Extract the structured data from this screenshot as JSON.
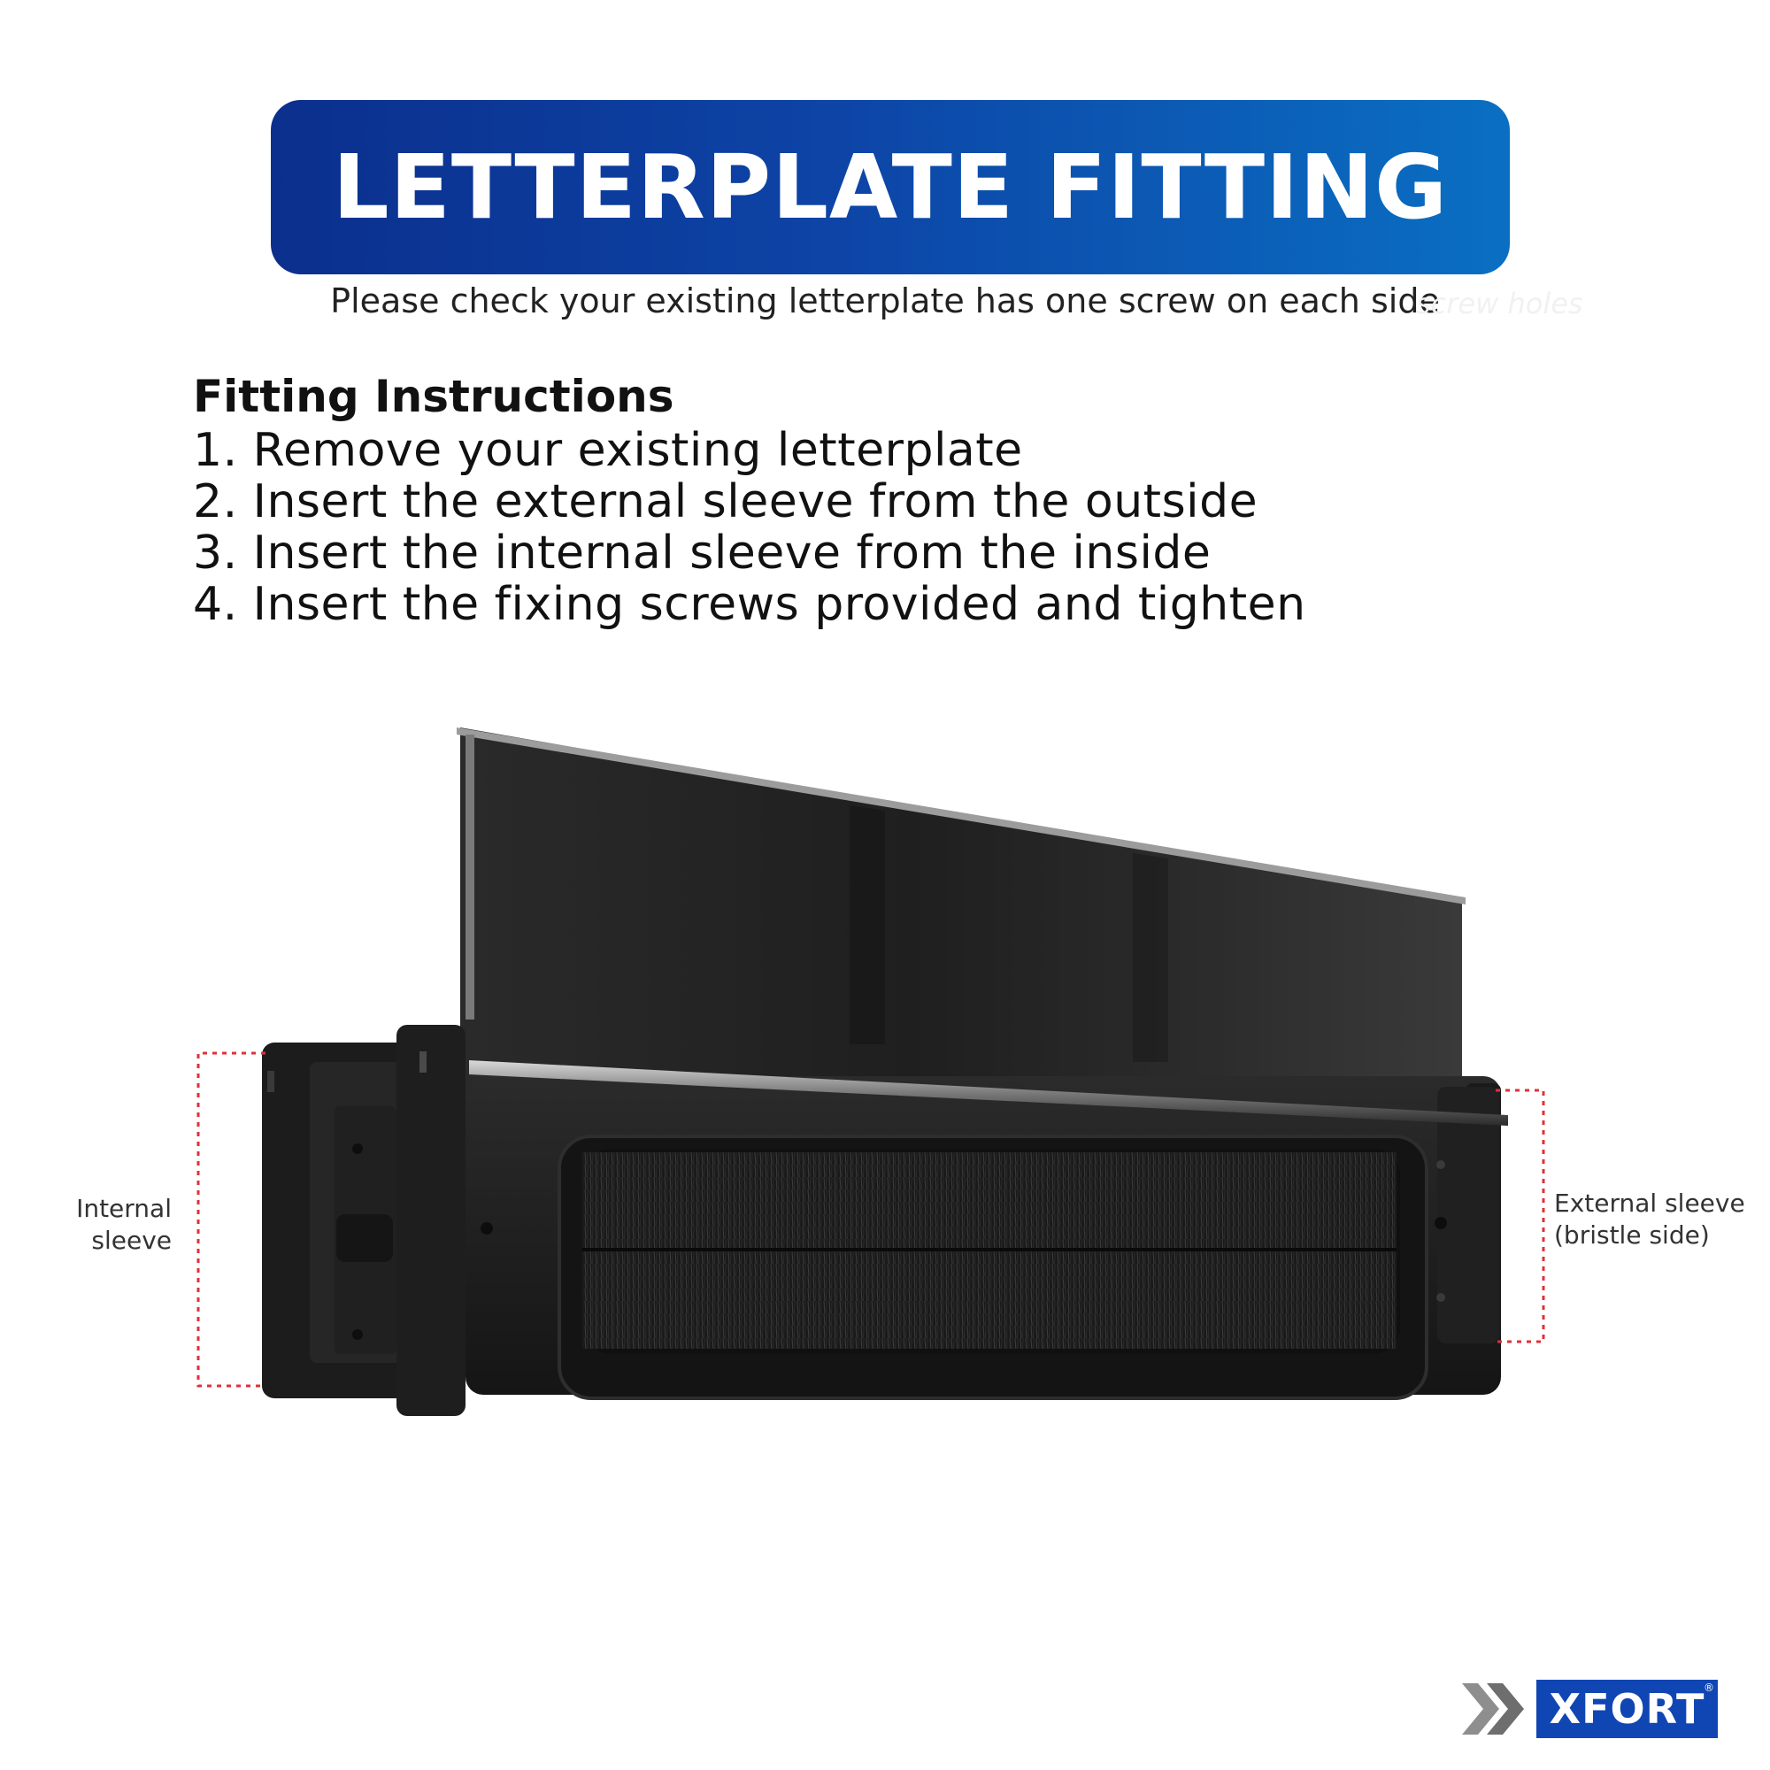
{
  "header": {
    "title": "LETTERPLATE FITTING",
    "subtitle": "Please check your existing letterplate has one screw on each side",
    "faint_overlay_text": "screw holes"
  },
  "instructions": {
    "heading": "Fitting Instructions",
    "steps": [
      "1. Remove your existing letterplate",
      "2. Insert the external sleeve from the outside",
      "3. Insert the internal sleeve from the inside",
      "4. Insert the fixing screws provided and tighten"
    ]
  },
  "labels": {
    "internal": [
      "Internal",
      "sleeve"
    ],
    "external": [
      "External sleeve",
      "(bristle side)"
    ]
  },
  "brand": {
    "name": "XFORT",
    "registered": "®",
    "color": "#1046b3"
  },
  "colors": {
    "banner_start": "#0b2f8d",
    "banner_end": "#0a6fc2",
    "dotted_outline": "#e0303a"
  }
}
